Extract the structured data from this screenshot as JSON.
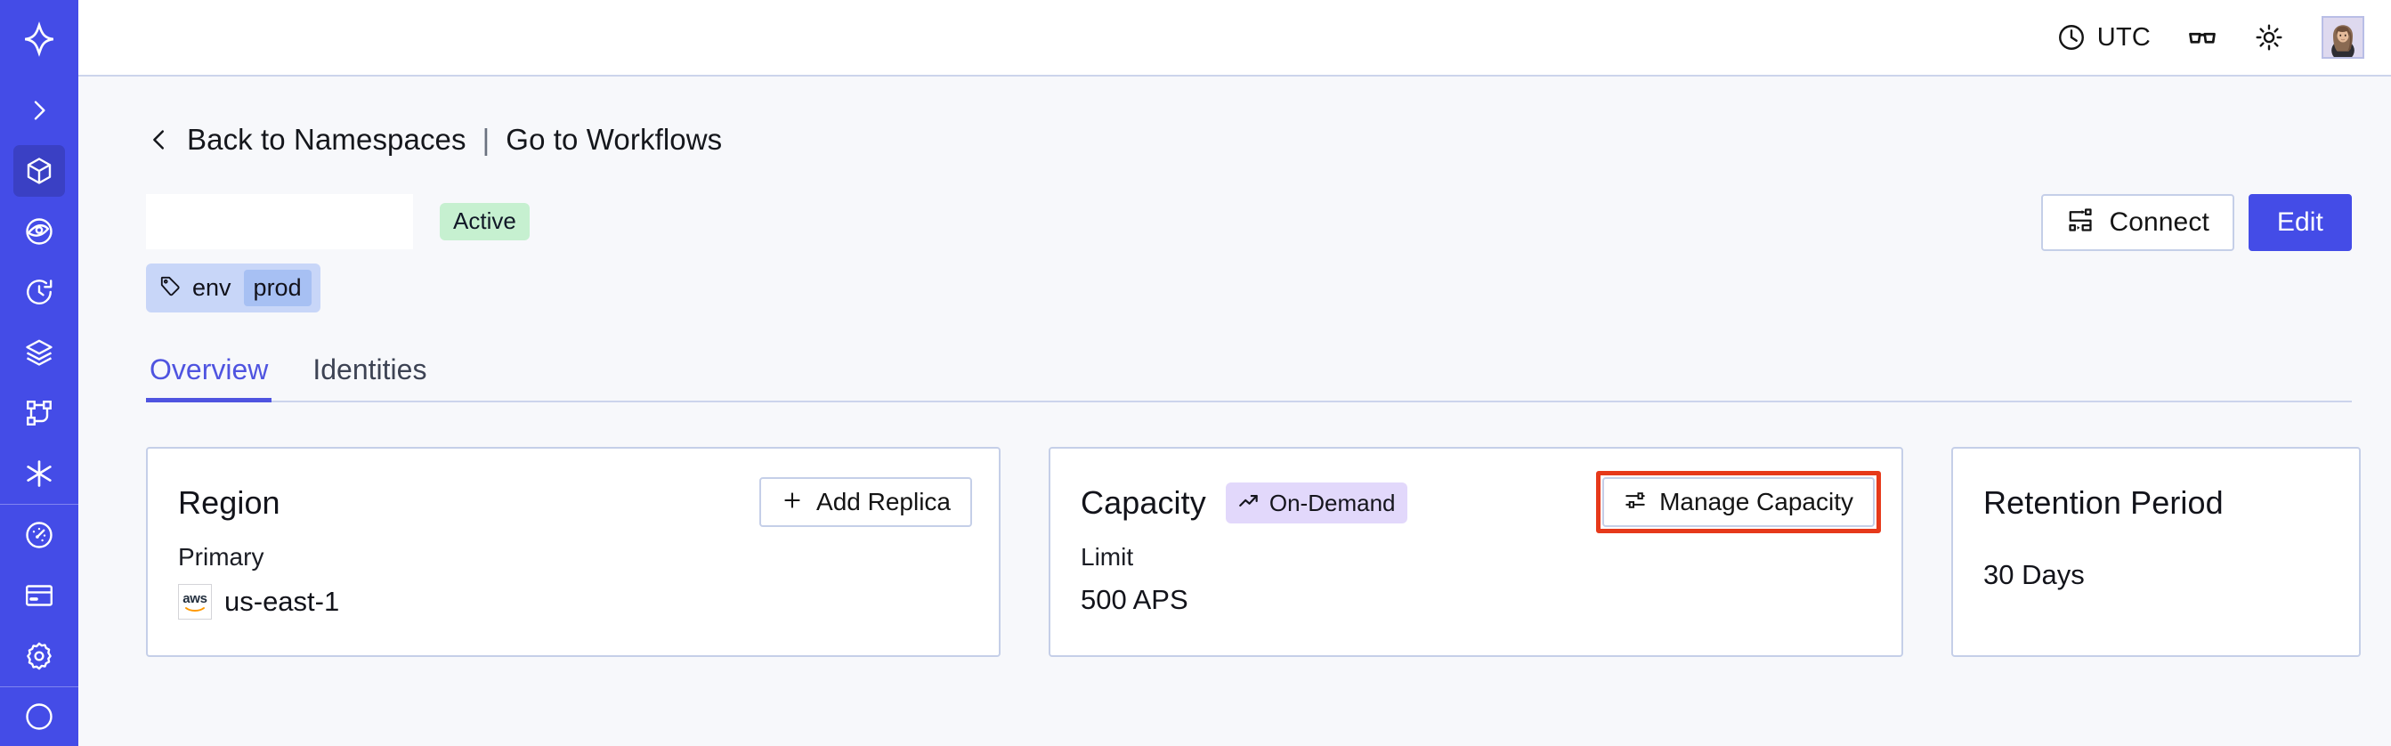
{
  "sidebar": {
    "brand_icon": "temporal-logo-icon",
    "expand_icon": "chevron-right-icon",
    "items": [
      {
        "name": "namespaces",
        "icon": "cube-icon",
        "active": true
      },
      {
        "name": "observability",
        "icon": "eye-icon",
        "active": false
      },
      {
        "name": "history",
        "icon": "clock-rewind-icon",
        "active": false
      },
      {
        "name": "schedules",
        "icon": "layers-icon",
        "active": false
      },
      {
        "name": "workflows",
        "icon": "nodes-icon",
        "active": false
      },
      {
        "name": "nexus",
        "icon": "asterisk-icon",
        "active": false
      }
    ],
    "items_bottom": [
      {
        "name": "usage",
        "icon": "gauge-icon",
        "active": false
      },
      {
        "name": "billing",
        "icon": "credit-card-icon",
        "active": false
      },
      {
        "name": "settings",
        "icon": "gear-icon",
        "active": false
      }
    ]
  },
  "topbar": {
    "timezone_label": "UTC",
    "timezone_icon": "clock-icon",
    "glasses_icon": "glasses-icon",
    "theme_icon": "sun-icon",
    "avatar": "user-avatar"
  },
  "breadcrumb": {
    "back_icon": "chevron-left-icon",
    "back_label": "Back to Namespaces",
    "separator": "|",
    "forward_label": "Go to Workflows"
  },
  "namespace": {
    "title": "",
    "status_badge": "Active",
    "tags": [
      {
        "key": "env",
        "value": "prod",
        "icon": "tag-icon"
      }
    ]
  },
  "actions": {
    "connect_label": "Connect",
    "connect_icon": "connect-flow-icon",
    "edit_label": "Edit"
  },
  "tabs": [
    {
      "label": "Overview",
      "active": true
    },
    {
      "label": "Identities",
      "active": false
    }
  ],
  "cards": {
    "region": {
      "title": "Region",
      "action_label": "Add Replica",
      "action_icon": "plus-icon",
      "label": "Primary",
      "provider_icon": "aws-logo",
      "value": "us-east-1"
    },
    "capacity": {
      "title": "Capacity",
      "badge_label": "On-Demand",
      "badge_icon": "trending-up-icon",
      "action_label": "Manage Capacity",
      "action_icon": "sliders-icon",
      "label": "Limit",
      "value": "500 APS"
    },
    "retention": {
      "title": "Retention Period",
      "value": "30 Days"
    }
  },
  "annotation": {
    "target": "manage-capacity-button",
    "color": "#e6391a"
  },
  "colors": {
    "sidebar_bg": "#444ce7",
    "sidebar_active": "#3a40c4",
    "page_bg": "#f7f8fb",
    "card_border": "#c5cfe8",
    "accent": "#444ce7",
    "tab_active": "#4f54e0",
    "badge_active_bg": "#c6f0d0",
    "badge_ondemand_bg": "#e2d8fb",
    "tag_bg": "#c8d6f8",
    "tag_value_bg": "#a7c0f3",
    "annotation_red": "#e6391a"
  }
}
